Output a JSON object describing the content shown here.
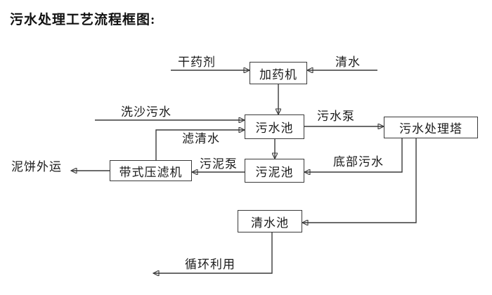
{
  "title": "污水处理工艺流程框图:",
  "colors": {
    "background": "#ffffff",
    "line": "#3a3a3a",
    "text": "#1b1b1b"
  },
  "nodes": {
    "dosing_machine": "加药机",
    "sewage_pool": "污水池",
    "treatment_tower": "污水处理塔",
    "belt_filter_press": "带式压滤机",
    "sludge_pool": "污泥池",
    "clean_water_pool": "清水池"
  },
  "edge_labels": {
    "dry_chemical": "干药剂",
    "clean_water": "清水",
    "sand_washing_sewage": "洗沙污水",
    "filtered_water": "滤清水",
    "sewage_pump": "污水泵",
    "bottom_sewage": "底部污水",
    "sludge_pump": "污泥泵",
    "mud_cake_out": "泥饼外运",
    "recycle_use": "循环利用"
  },
  "edges": [
    {
      "from": "dry_chemical",
      "to": "dosing_machine",
      "label": "干药剂"
    },
    {
      "from": "clean_water",
      "to": "dosing_machine",
      "label": "清水"
    },
    {
      "from": "dosing_machine",
      "to": "sewage_pool",
      "label": ""
    },
    {
      "from": "sand_washing_sewage",
      "to": "sewage_pool",
      "label": "洗沙污水"
    },
    {
      "from": "belt_filter_press",
      "to": "sewage_pool",
      "label": "滤清水"
    },
    {
      "from": "sewage_pool",
      "to": "treatment_tower",
      "label": "污水泵"
    },
    {
      "from": "sewage_pool",
      "to": "sludge_pool",
      "label": ""
    },
    {
      "from": "treatment_tower",
      "to": "sludge_pool",
      "label": "底部污水"
    },
    {
      "from": "treatment_tower",
      "to": "clean_water_pool",
      "label": ""
    },
    {
      "from": "sludge_pool",
      "to": "belt_filter_press",
      "label": "污泥泵"
    },
    {
      "from": "belt_filter_press",
      "to": "mud_cake_out",
      "label": "泥饼外运"
    },
    {
      "from": "clean_water_pool",
      "to": "recycle_use",
      "label": "循环利用"
    }
  ]
}
